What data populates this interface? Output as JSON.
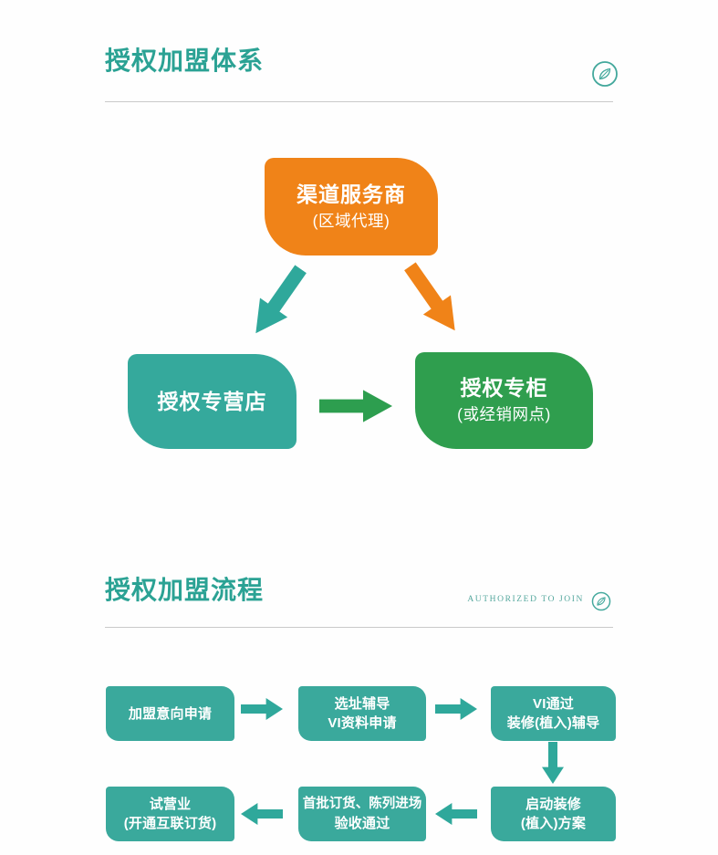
{
  "colors": {
    "teal_title": "#2ba294",
    "teal_box": "#35a99c",
    "flow_box": "#3aa99c",
    "orange": "#f08318",
    "green": "#2f9e4e",
    "green_arrow": "#2d9e4f",
    "divider": "#c9c9c9",
    "box_text": "#ffffff"
  },
  "section1": {
    "title": "授权加盟体系",
    "channel_box": {
      "line1": "渠道服务商",
      "line2": "(区域代理)"
    },
    "store_box": {
      "line1": "授权专营店"
    },
    "counter_box": {
      "line1": "授权专柜",
      "line2": "(或经销网点)"
    }
  },
  "section2": {
    "title": "授权加盟流程",
    "subtitle": "AUTHORIZED TO JOIN",
    "steps": [
      {
        "line1": "加盟意向申请"
      },
      {
        "line1": "选址辅导",
        "line2": "VI资料申请"
      },
      {
        "line1": "VI通过",
        "line2": "装修(植入)辅导"
      },
      {
        "line1": "启动装修",
        "line2": "(植入)方案"
      },
      {
        "line1": "首批订货、陈列进场",
        "line2": "验收通过"
      },
      {
        "line1": "试营业",
        "line2": "(开通互联订货)"
      }
    ]
  }
}
